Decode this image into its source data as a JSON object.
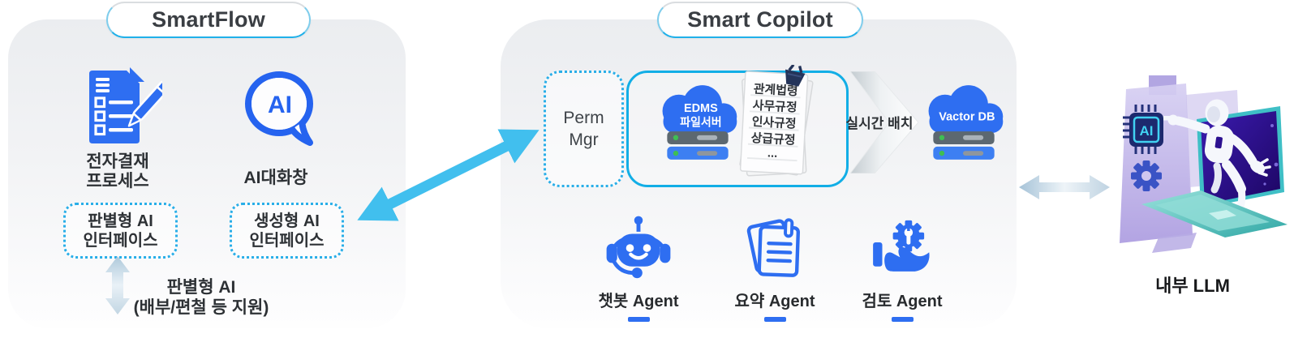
{
  "smartflow": {
    "title": "SmartFlow",
    "process_label": "전자결재\n프로세스",
    "bubble_text": "AI",
    "chat_label": "AI대화창",
    "discriminative_box": "판별형 AI\n인터페이스",
    "generative_box": "생성형 AI\n인터페이스",
    "bottom_note": "판별형 AI\n(배부/편철 등 지원)"
  },
  "copilot": {
    "title": "Smart Copilot",
    "perm_box": "Perm\nMgr",
    "edms_line1": "EDMS",
    "edms_line2": "파일서버",
    "doc_items": [
      "관계법령",
      "사무규정",
      "인사규정",
      "상급규정",
      "..."
    ],
    "realtime_label": "실시간 배치",
    "vector_db_label": "Vactor DB",
    "agents": [
      {
        "label": "챗봇 Agent",
        "icon": "chatbot-icon"
      },
      {
        "label": "요약 Agent",
        "icon": "summary-notes-icon"
      },
      {
        "label": "검토 Agent",
        "icon": "review-gear-hand-icon"
      }
    ]
  },
  "right_panel": {
    "llm_label": "내부 LLM",
    "chip_text": "AI"
  },
  "colors": {
    "accent_cyan": "#24b2ea",
    "primary_blue": "#2e6ef1",
    "arrow_cyan": "#41bfee",
    "server_gray": "#5c6870",
    "server_blue": "#3d7ff2",
    "status_green": "#3fbe53",
    "screen_indigo": "#2c1090",
    "laptop_teal": "#3fbfc6"
  }
}
